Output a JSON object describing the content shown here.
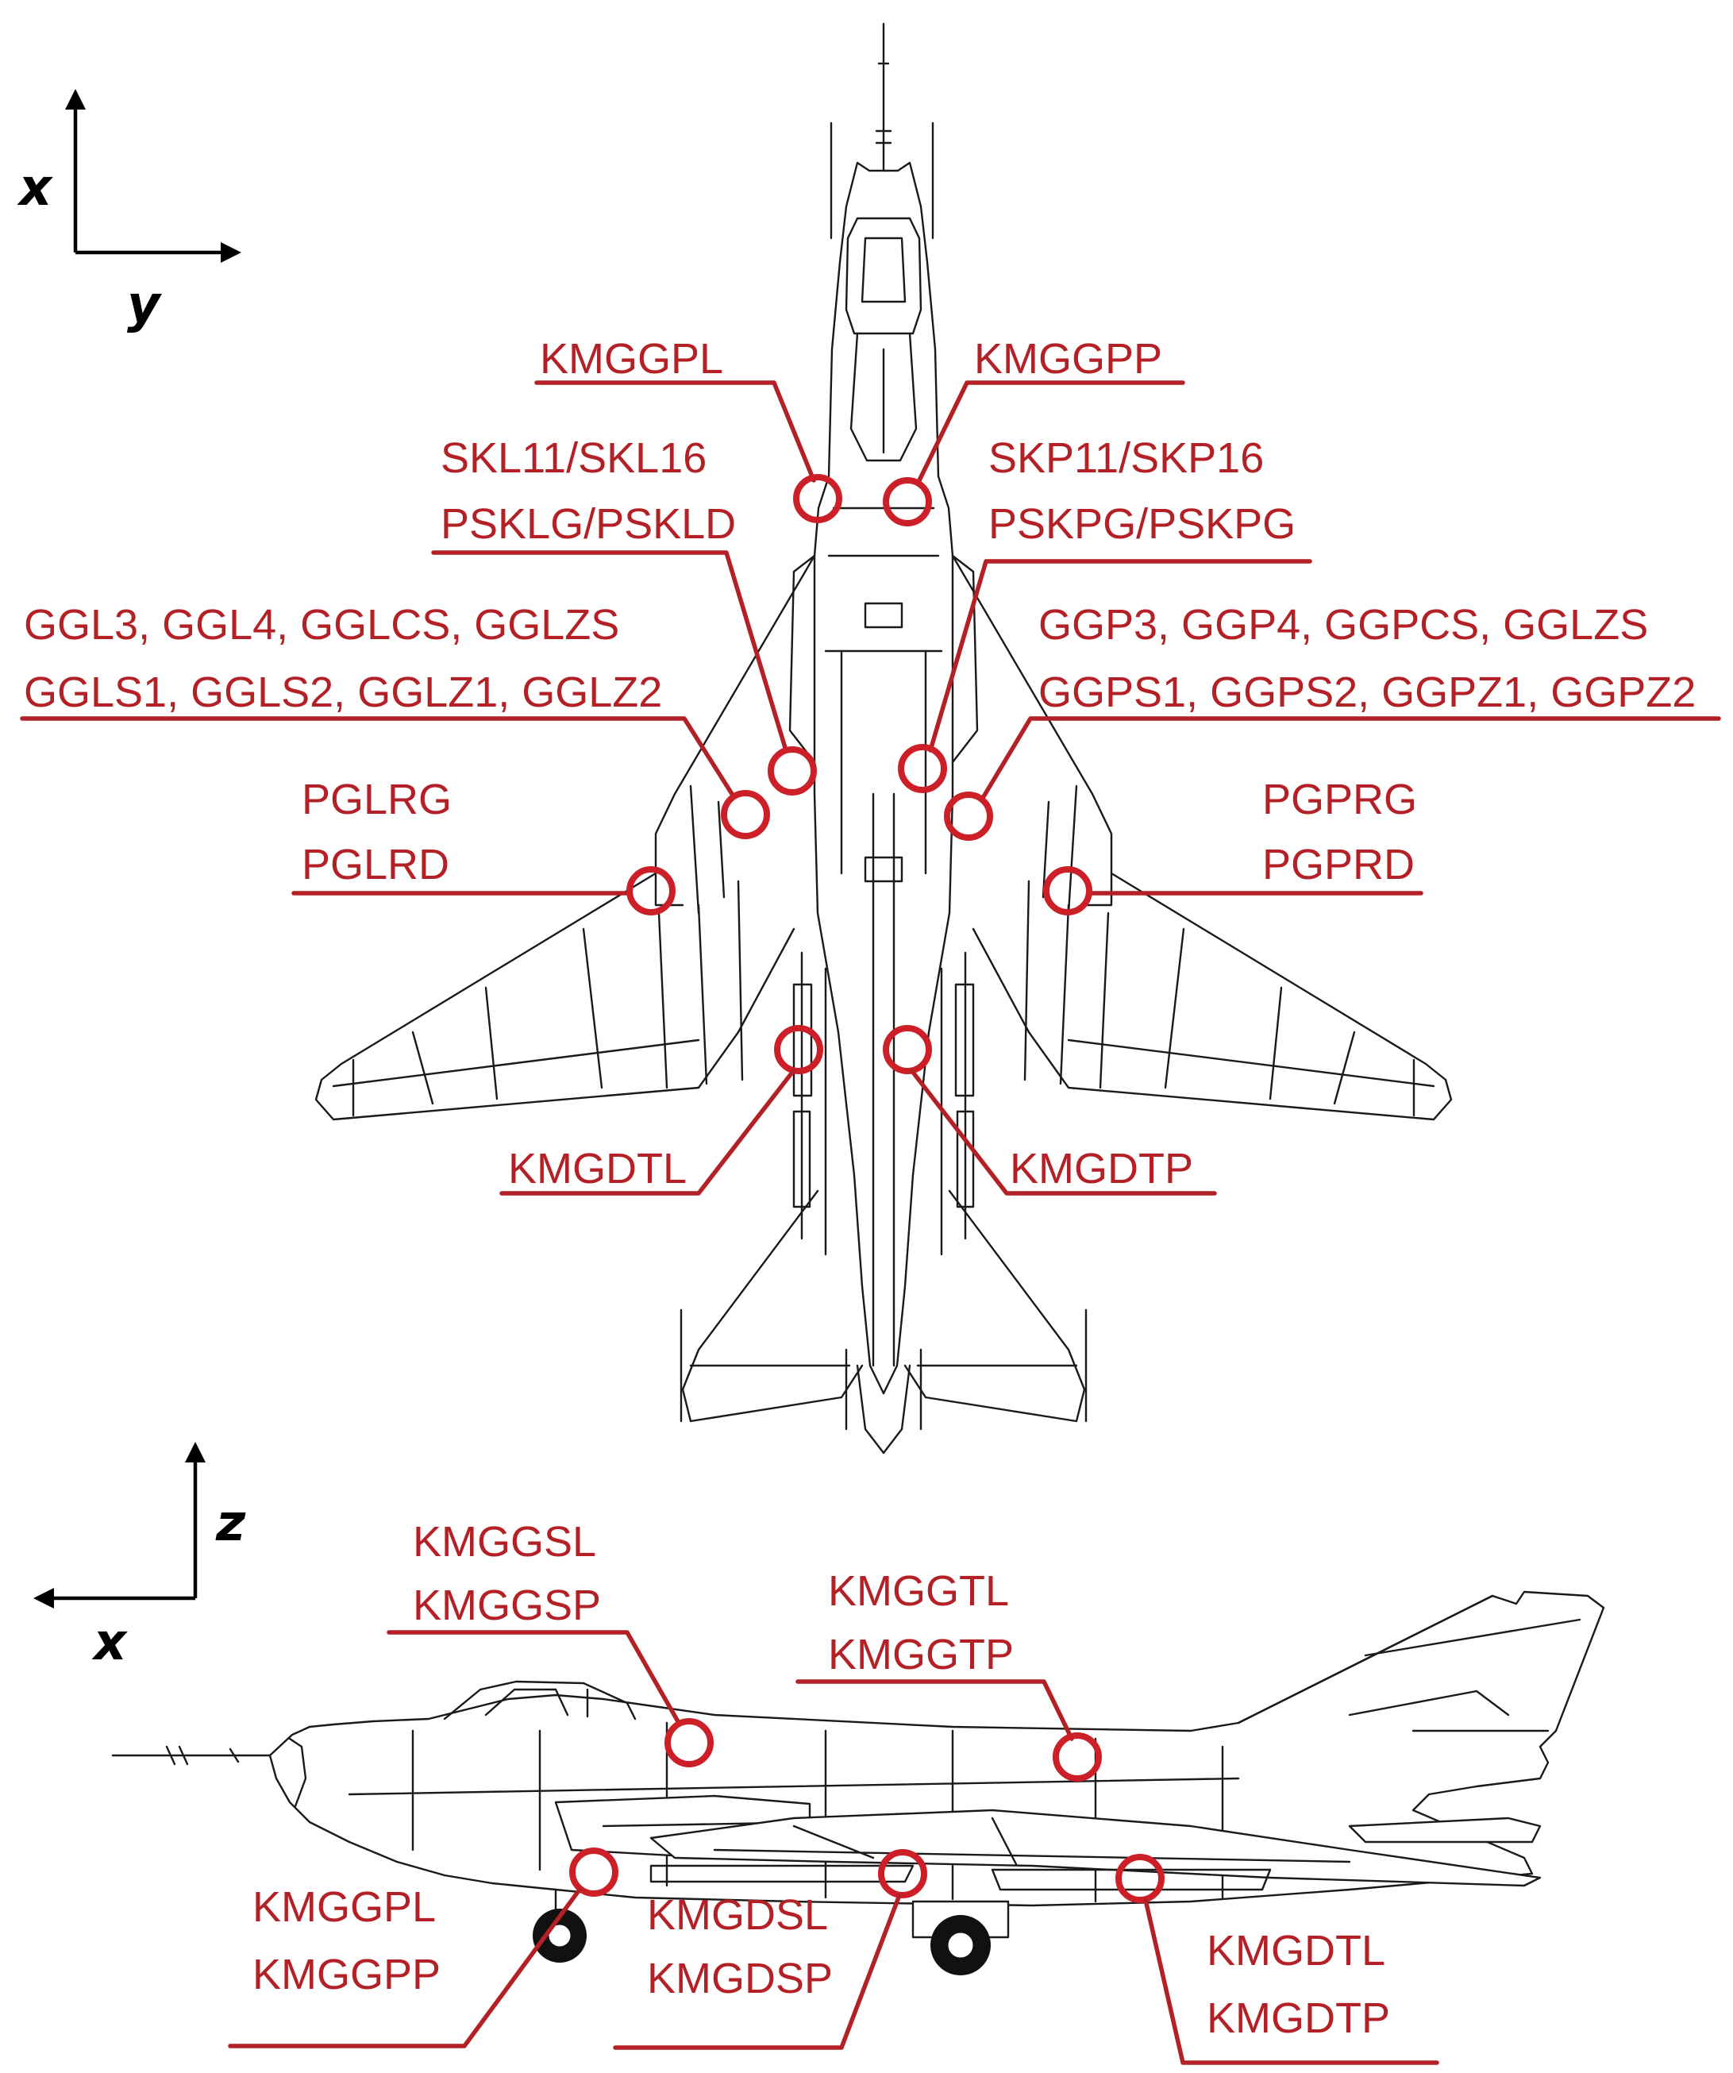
{
  "axes": {
    "top": {
      "vertical": "x",
      "horizontal": "y"
    },
    "bottom": {
      "vertical": "z",
      "horizontal": "x"
    }
  },
  "labels": {
    "kmggpl_top": "KMGGPL",
    "kmggpp_top": "KMGGPP",
    "skl_line1": "SKL11/SKL16",
    "skl_line2": "PSKLG/PSKLD",
    "skp_line1": "SKP11/SKP16",
    "skp_line2": "PSKPG/PSKPG",
    "ggl_line1": "GGL3, GGL4, GGLCS, GGLZS",
    "ggl_line2": "GGLS1, GGLS2, GGLZ1, GGLZ2",
    "ggp_line1": "GGP3, GGP4, GGPCS, GGLZS",
    "ggp_line2": "GGPS1, GGPS2, GGPZ1, GGPZ2",
    "pglr_line1": "PGLRG",
    "pglr_line2": "PGLRD",
    "pgpr_line1": "PGPRG",
    "pgpr_line2": "PGPRD",
    "kmgdtl_top": "KMGDTL",
    "kmgdtp_top": "KMGDTP",
    "kmggs_line1": "KMGGSL",
    "kmggs_line2": "KMGGSP",
    "kmggt_line1": "KMGGTL",
    "kmggt_line2": "KMGGTP",
    "kmggp_side_line1": "KMGGPL",
    "kmggp_side_line2": "KMGGPP",
    "kmgds_line1": "KMGDSL",
    "kmgds_line2": "KMGDSP",
    "kmgdt_side_line1": "KMGDTL",
    "kmgdt_side_line2": "KMGDTP"
  },
  "colors": {
    "annotation": "#b32025",
    "ring": "#cc1f27",
    "drawing": "#1a1a1a"
  }
}
